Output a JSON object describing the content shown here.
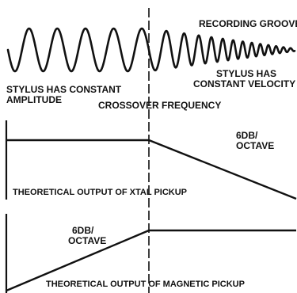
{
  "labels": {
    "recording_grooves": "RECORDING GROOVES",
    "constant_amplitude_line1": "STYLUS HAS CONSTANT",
    "constant_amplitude_line2": "AMPLITUDE",
    "constant_velocity_line1": "STYLUS HAS",
    "constant_velocity_line2": "CONSTANT VELOCITY",
    "crossover": "CROSSOVER FREQUENCY",
    "xtal_slope_line1": "6DB/",
    "xtal_slope_line2": "OCTAVE",
    "xtal_title": "THEORETICAL OUTPUT OF XTAL PICKUP",
    "magnetic_slope_line1": "6DB/",
    "magnetic_slope_line2": "OCTAVE",
    "magnetic_title": "THEORETICAL OUTPUT OF MAGNETIC PICKUP"
  },
  "colors": {
    "ink": "#111111",
    "paper": "#ffffff"
  }
}
